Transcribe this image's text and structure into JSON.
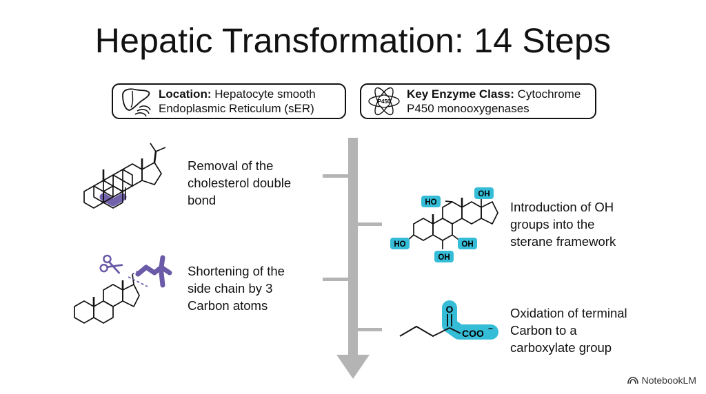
{
  "title": "Hepatic Transformation: 14 Steps",
  "location_box": {
    "label": "Location:",
    "text_line1": " Hepatocyte smooth",
    "text_line2": "Endoplasmic Reticulum (sER)",
    "icon": "liver-organelle-icon"
  },
  "enzyme_box": {
    "label": "Key Enzyme Class:",
    "text_line1": " Cytochrome",
    "text_line2": "P450 monooxygenases",
    "icon": "p450-atom-icon",
    "icon_text": "P450"
  },
  "steps": [
    {
      "lines": [
        "Removal of the",
        "cholesterol double",
        "bond"
      ]
    },
    {
      "lines": [
        "Introduction of OH",
        "groups into the",
        "sterane framework"
      ]
    },
    {
      "lines": [
        "Shortening of the",
        "side chain by 3",
        "Carbon atoms"
      ]
    },
    {
      "lines": [
        "Oxidation of terminal",
        "Carbon to a",
        "carboxylate group"
      ]
    }
  ],
  "molecule_labels": {
    "ho_top": "HO",
    "oh_top": "OH",
    "ho_left": "HO",
    "oh_right": "OH",
    "oh_bottom": "OH",
    "carbonyl_o": "O",
    "carboxylate": "COO",
    "charge": "−"
  },
  "brand": "NotebookLM",
  "colors": {
    "highlight_purple": "#6a5aa8",
    "highlight_cyan": "#35bcd6",
    "arrow_gray": "#b4b4b4"
  }
}
